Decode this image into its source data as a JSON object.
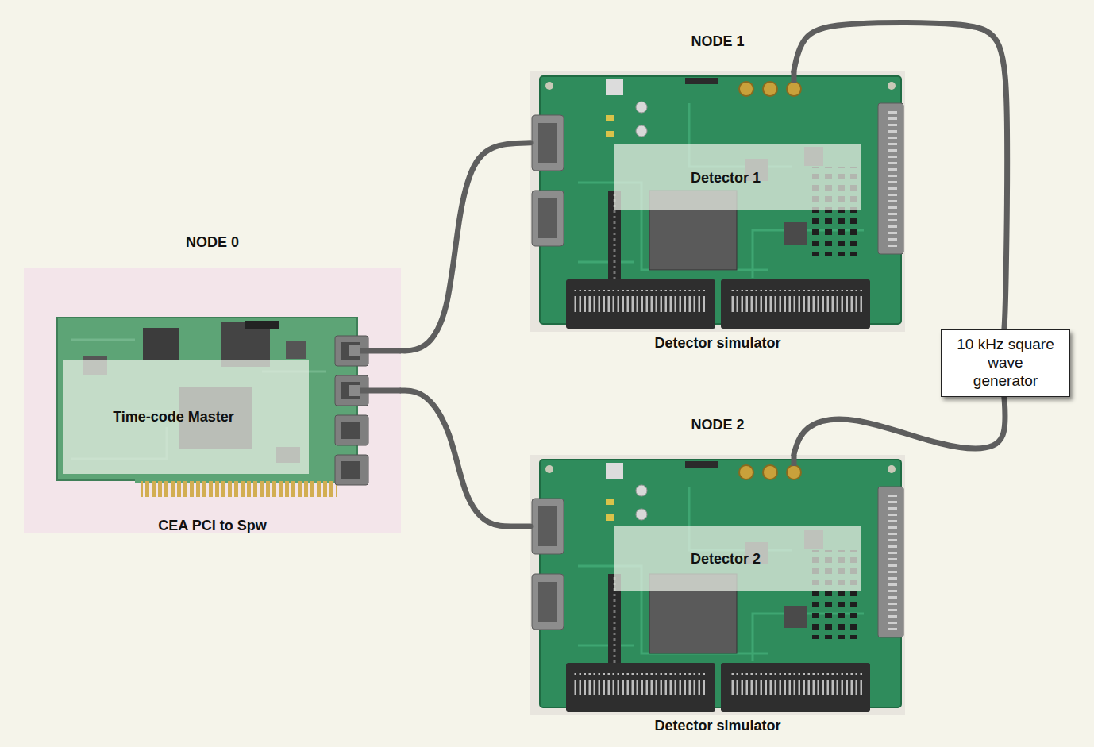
{
  "diagram": {
    "nodes": [
      {
        "text": [
          "NODE 0",
          "CEA PCI to Spw"
        ]
      },
      {
        "text": [
          "Time-code Master"
        ],
        "in": 0
      },
      {
        "text": [
          "NODE 1",
          "Detector simulator"
        ]
      },
      {
        "text": [
          "Detector 1"
        ],
        "in": 2
      },
      {
        "text": [
          "10 kHz square wave generator"
        ]
      },
      {
        "text": [
          "NODE 2",
          "Detector simulator"
        ]
      },
      {
        "text": [
          "Detector 2"
        ],
        "in": 5
      }
    ],
    "edges": [
      {
        "from": 0,
        "to": 2,
        "arrow": "none"
      },
      {
        "from": 0,
        "to": 5,
        "arrow": "none"
      },
      {
        "from": 4,
        "to": 2,
        "arrow": "none"
      },
      {
        "from": 4,
        "to": 5,
        "arrow": "none"
      }
    ]
  }
}
